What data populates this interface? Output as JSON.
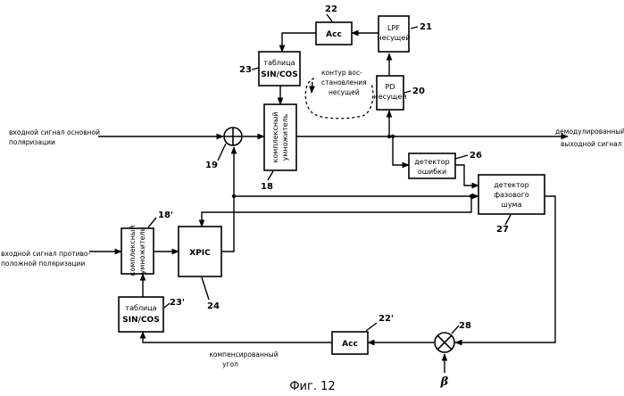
{
  "figure": {
    "caption": "Фиг. 12",
    "blocks": {
      "acc_top": {
        "label": "Acc",
        "ref": "22"
      },
      "lpf": {
        "label_l1": "LPF",
        "label_l2": "несущей",
        "ref": "21"
      },
      "table_top": {
        "label_l1": "таблица",
        "label_l2": "SIN/COS",
        "ref": "23"
      },
      "pd": {
        "label_l1": "PD",
        "label_l2": "несущей",
        "ref": "20"
      },
      "mult_main": {
        "label_l1": "комплексный",
        "label_l2": "умножитель",
        "ref": "18"
      },
      "err_det": {
        "label_l1": "детектор",
        "label_l2": "ошибки",
        "ref": "26"
      },
      "phase_det": {
        "label_l1": "детектор",
        "label_l2": "фазового",
        "label_l3": "шума",
        "ref": "27"
      },
      "mult_cross": {
        "label_l1": "комплексный",
        "label_l2": "умножитель",
        "ref": "18'"
      },
      "xpic": {
        "label": "XPIC",
        "ref": "24"
      },
      "table_bottom": {
        "label_l1": "таблица",
        "label_l2": "SIN/COS",
        "ref": "23'"
      },
      "acc_bottom": {
        "label": "Acc",
        "ref": "22'"
      },
      "adder": {
        "ref": "19"
      },
      "multiplier": {
        "ref": "28"
      }
    },
    "labels": {
      "input_main_l1": "входной сигнал основной",
      "input_main_l2": "поляризации",
      "input_cross_l1": "входной сигнал противо-",
      "input_cross_l2": "положной поляризации",
      "output_l1": "демодулированный",
      "output_l2": "выходной сигнал",
      "loop_l1": "контур вос-",
      "loop_l2": "становления",
      "loop_l3": "несущей",
      "comp_l1": "компенсированный",
      "comp_l2": "угол",
      "beta": "β"
    }
  }
}
